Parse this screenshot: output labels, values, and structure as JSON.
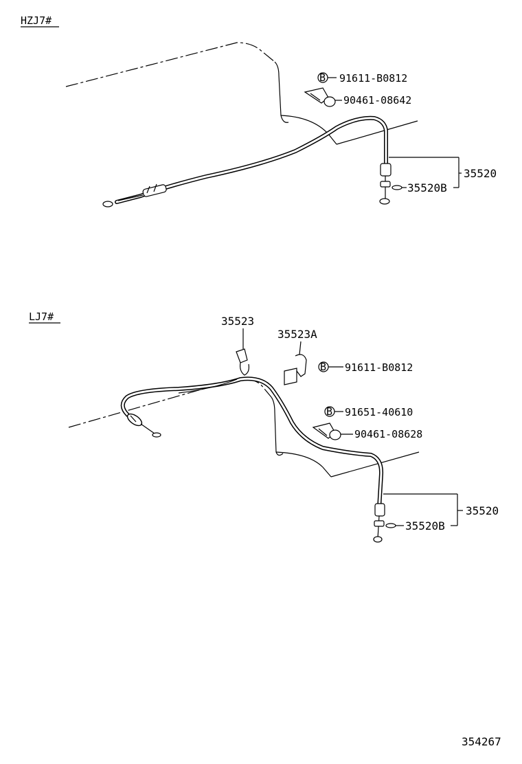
{
  "diagram_number": "354267",
  "sections": [
    {
      "model": "HZJ7#",
      "parts": {
        "bolt_circle": "B",
        "bolt": "91611-B0812",
        "clamp": "90461-08642",
        "cable_assy": "35520",
        "cable_clip": "35520B"
      }
    },
    {
      "model": "LJ7#",
      "parts": {
        "clamp_a": "35523",
        "clamp_b": "35523A",
        "bolt_circle": "B",
        "bolt": "91611-B0812",
        "bolt2_circle": "B",
        "bolt2": "91651-40610",
        "clamp": "90461-08628",
        "cable_assy": "35520",
        "cable_clip": "35520B"
      }
    }
  ]
}
